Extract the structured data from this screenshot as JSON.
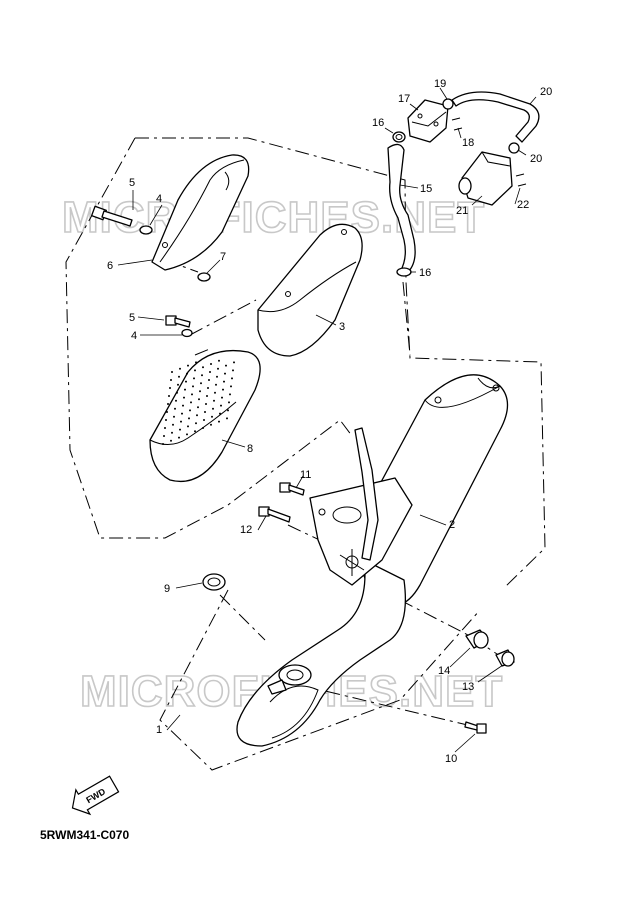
{
  "watermark": {
    "text": "MICROFICHES.NET"
  },
  "diagram_code": "5RWM341-C070",
  "fwd_label": "FWD",
  "callouts": [
    {
      "id": "c1",
      "text": "1"
    },
    {
      "id": "c2",
      "text": "2"
    },
    {
      "id": "c3",
      "text": "3"
    },
    {
      "id": "c4a",
      "text": "4"
    },
    {
      "id": "c4b",
      "text": "4"
    },
    {
      "id": "c5a",
      "text": "5"
    },
    {
      "id": "c5b",
      "text": "5"
    },
    {
      "id": "c6",
      "text": "6"
    },
    {
      "id": "c7",
      "text": "7"
    },
    {
      "id": "c8",
      "text": "8"
    },
    {
      "id": "c9",
      "text": "9"
    },
    {
      "id": "c10",
      "text": "10"
    },
    {
      "id": "c11",
      "text": "11"
    },
    {
      "id": "c12",
      "text": "12"
    },
    {
      "id": "c13",
      "text": "13"
    },
    {
      "id": "c14",
      "text": "14"
    },
    {
      "id": "c15",
      "text": "15"
    },
    {
      "id": "c16a",
      "text": "16"
    },
    {
      "id": "c16b",
      "text": "16"
    },
    {
      "id": "c17",
      "text": "17"
    },
    {
      "id": "c18",
      "text": "18"
    },
    {
      "id": "c19",
      "text": "19"
    },
    {
      "id": "c20a",
      "text": "20"
    },
    {
      "id": "c20b",
      "text": "20"
    },
    {
      "id": "c21",
      "text": "21"
    },
    {
      "id": "c22",
      "text": "22"
    }
  ]
}
